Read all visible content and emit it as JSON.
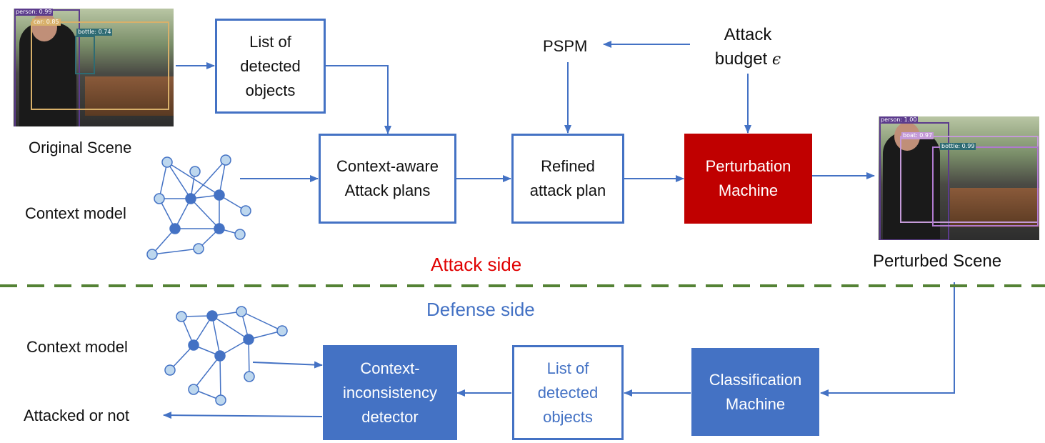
{
  "attack": {
    "original_scene_label": "Original Scene",
    "context_model_label": "Context model",
    "list_detected": "List of detected objects",
    "context_attack_plans": "Context-aware Attack plans",
    "pspm": "PSPM",
    "attack_budget": "Attack budget",
    "epsilon": "ϵ",
    "refined_plan": "Refined attack plan",
    "perturbation_machine": "Perturbation Machine",
    "perturbed_scene_label": "Perturbed Scene",
    "side_title": "Attack side"
  },
  "defense": {
    "side_title": "Defense side",
    "context_model_label": "Context model",
    "attacked_or_not": "Attacked or not",
    "detector": "Context-inconsistency detector",
    "list_detected": "List of detected objects",
    "classification_machine": "Classification Machine"
  },
  "photo_original": {
    "tags": [
      "person: 0.99",
      "car: 0.85",
      "bottle: 0.74"
    ]
  },
  "photo_perturbed": {
    "tags": [
      "person: 1.00",
      "boat: 0.97",
      "bottle: 0.99"
    ]
  },
  "colors": {
    "blue": "#4472C4",
    "red": "#C00000",
    "divider": "#548235",
    "attack_title": "#E00000",
    "defense_title": "#4472C4",
    "node_light": "#BDD7EE",
    "node_dark": "#4472C4"
  }
}
